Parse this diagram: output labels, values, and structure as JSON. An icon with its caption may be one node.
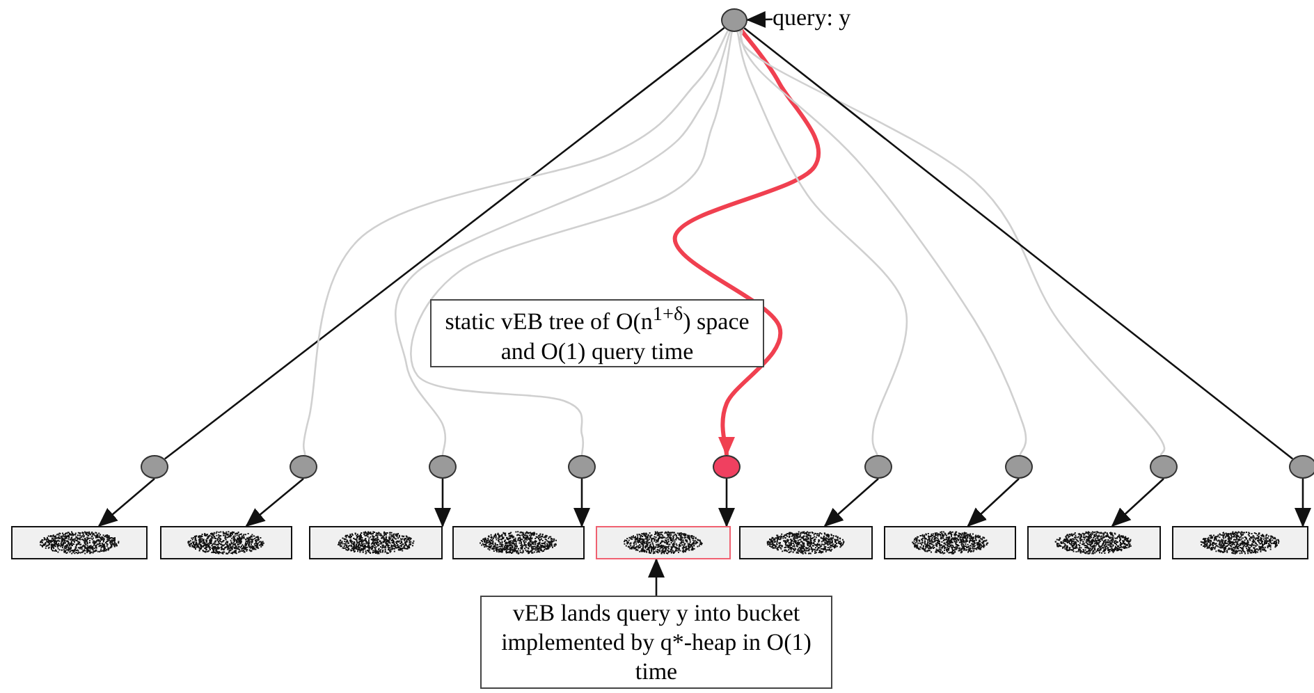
{
  "diagram": {
    "nodes": [
      {
        "text": [],
        "shape": "circle"
      },
      {
        "text": [
          "query: y"
        ]
      },
      {
        "text": [
          "static vEB tree of O(n$^{1+δ}$) space and O(1) query time"
        ]
      },
      {
        "text": [],
        "shape": "circle"
      },
      {
        "text": [],
        "shape": "circle"
      },
      {
        "text": [],
        "shape": "circle"
      },
      {
        "text": [],
        "shape": "circle"
      },
      {
        "text": [],
        "shape": "circle"
      },
      {
        "text": [],
        "shape": "circle"
      },
      {
        "text": [],
        "shape": "circle"
      },
      {
        "text": [],
        "shape": "circle"
      },
      {
        "text": [],
        "shape": "circle"
      },
      {
        "text": [],
        "shape": "box"
      },
      {
        "text": [],
        "shape": "box"
      },
      {
        "text": [],
        "shape": "box"
      },
      {
        "text": [],
        "shape": "box"
      },
      {
        "text": [],
        "shape": "box"
      },
      {
        "text": [],
        "shape": "box"
      },
      {
        "text": [],
        "shape": "box"
      },
      {
        "text": [],
        "shape": "box"
      },
      {
        "text": [],
        "shape": "box"
      },
      {
        "text": [
          "vEB lands query y into bucket implemented by q*-heap in O(1) time"
        ]
      }
    ],
    "edges": [
      {
        "from": 1,
        "to": 0,
        "arrow": "to"
      },
      {
        "from": 0,
        "to": 3,
        "arrow": "none"
      },
      {
        "from": 0,
        "to": 4,
        "arrow": "none",
        "color": "#d0d0d0"
      },
      {
        "from": 0,
        "to": 5,
        "arrow": "none",
        "color": "#d0d0d0"
      },
      {
        "from": 0,
        "to": 6,
        "arrow": "none",
        "color": "#d0d0d0"
      },
      {
        "from": 0,
        "to": 7,
        "arrow": "to",
        "style": "thick",
        "color": "#f04050"
      },
      {
        "from": 0,
        "to": 8,
        "arrow": "none",
        "color": "#d0d0d0"
      },
      {
        "from": 0,
        "to": 9,
        "arrow": "none",
        "color": "#d0d0d0"
      },
      {
        "from": 0,
        "to": 10,
        "arrow": "none",
        "color": "#d0d0d0"
      },
      {
        "from": 0,
        "to": 11,
        "arrow": "none"
      },
      {
        "from": 3,
        "to": 12,
        "arrow": "to"
      },
      {
        "from": 4,
        "to": 13,
        "arrow": "to"
      },
      {
        "from": 5,
        "to": 14,
        "arrow": "to"
      },
      {
        "from": 6,
        "to": 15,
        "arrow": "to"
      },
      {
        "from": 7,
        "to": 16,
        "arrow": "to"
      },
      {
        "from": 8,
        "to": 17,
        "arrow": "to"
      },
      {
        "from": 9,
        "to": 18,
        "arrow": "to"
      },
      {
        "from": 10,
        "to": 19,
        "arrow": "to"
      },
      {
        "from": 11,
        "to": 20,
        "arrow": "to"
      },
      {
        "from": 21,
        "to": 16,
        "arrow": "to"
      }
    ]
  }
}
